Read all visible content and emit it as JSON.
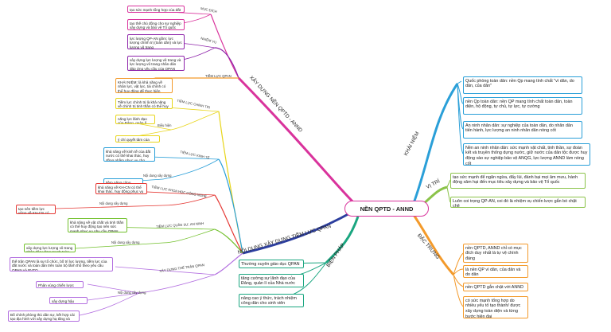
{
  "center": "NỀN QPTD - ANND",
  "branches": {
    "khai_niem": {
      "label": "KHÁI NIỆM",
      "items": [
        "Quốc phòng toàn dân: nền Qp mang tính chất \"vì dân, do dân, của dân\"",
        "nền Qp toàn dân: nền QP mang tính chất toàn dân, toàn diện, hộ động, tự chủ, tự lực, tự cường",
        "An ninh nhân dân: sự nghiệp của toàn dân, do nhân dân tiến hành, lực lượng an ninh nhân dân nòng cốt",
        "Nền an ninh nhân dân: sức mạnh vật chất, tinh thần, sự đoàn kết và truyền thống dựng nước, giữ nước của dân tộc được huy động vào sự nghiệp bảo vệ ANQG, lực lượng ANND làm nòng cốt"
      ]
    },
    "vi_tri": {
      "label": "VỊ TRÍ",
      "items": [
        "tạo sức mạnh để ngăn ngừa, đẩy lùi, đánh bại mọi âm mưu, hành động xâm hại đến mục tiêu xây dựng và bảo vệ Tổ quốc",
        "Luôn coi trọng QP-AN, coi đó là nhiệm vụ chiến lược gắn bó chặt chẽ"
      ]
    },
    "dac_trung": {
      "label": "ĐẶC TRƯNG",
      "items": [
        "nền QPTD, ANND chỉ có mục đích duy nhất là tự vệ chính đáng",
        "là nền QP vì dân, của dân và do dân",
        "nền QPTD gắn chặt với ANND",
        "có sức mạnh tổng hợp do nhiều yếu tố tạo thành/ được xây dựng toàn diện và từng bước hiện đại"
      ]
    },
    "bien_phap": {
      "label": "BIỆN PHÁP",
      "items": [
        "Thường xuyên giáo dục QPAN",
        "tăng cường sự lãnh đạo của Đảng, quản lí của Nhà nước",
        "nâng cao ý thức, trách nhiệm công dân cho sinh viên"
      ]
    },
    "xay_dung": {
      "label": "XÂY DỰNG NỀN QPTD - ANND",
      "muc_dich": {
        "label": "MỤC ĐÍCH",
        "items": [
          "tạo sức mạnh tổng hợp của đất nước",
          "tạo thế chủ động cho sự nghiệp xây dựng và bảo vệ Tổ quốc"
        ]
      },
      "nhiem_vu": {
        "label": "NHIỆM VỤ",
        "items": [
          "lực lượng QP-AN gồm: lực lượng chính trị (toàn dân) và lực lượng vũ trang",
          "xây dựng lực lượng vũ trang và lực lượng vũ trang nhân dân đáp ứng yêu cầu của QPAN"
        ]
      },
      "tiem_luc": {
        "label": "TIỀM LỰC QPAN",
        "items": [
          "KHÁI NIỆM: là khả năng về nhân lực, vật lực, tài chính có thể huy động để thực hiện nhiệm vụ QPAN"
        ]
      }
    },
    "noi_dung": {
      "label": "NỘI DUNG XÂY DỰNG TIỀM LỰC QPAN",
      "chinh_tri": {
        "label": "TIỀM LỰC CHÍNH TRỊ",
        "items": [
          "Tiềm lực chính trị là khả năng về chính trị tinh thần có thể huy động tạo nên sức mạnh để thực hiện nhiệm vụ QPAN",
          "năng lực lãnh đạo của Đảng, quản lí Nhà nước của nhân dân",
          "ý chí quyết tâm của nhân dân và LLVTND"
        ],
        "bieu_hien": "Biểu hiện"
      },
      "kinh_te": {
        "label": "TIỀM LỰC KINH TẾ",
        "items": [
          "khả năng về kinh tế của đất nước có thể khai thác, huy động nhằm phục vụ cho QPAN",
          "tiềm năng công nghiệp, lao động, vật tư, dịch vụ, cơ sở hạ tầng, nhu cầu đời sống"
        ],
        "noi_dung": "Nội dung xây dựng"
      },
      "khoa_hoc": {
        "label": "TIỀM LỰC KHOA HỌC CÔNG NGHỆ",
        "items": [
          "khả năng về KH-CN có thể khai thác, huy động phục vụ QP-AN",
          "tạo nên tiềm lực vững về KH-CN có thể khai thác huy động"
        ],
        "noi_dung": "Nội dung xây dựng"
      },
      "quan_su": {
        "label": "TIỀM LỰC QUÂN SỰ, AN NINH",
        "items": [
          "khả năng về vật chất và tinh thần có thể huy động tạo nên sức mạnh phục vụ nhu cầu QPAN",
          "xây dựng lực lượng vũ trang nhân dân vững mạnh toàn diện"
        ],
        "noi_dung": "Nội dung xây dựng"
      },
      "the_tran": {
        "label": "XÂY DỰNG THẾ TRẬN QPAN",
        "items": [
          "thế trận QPAN là sự tổ chức, bố trí lực lượng, tiềm lực của đất nước và toàn dân trên toàn bộ lãnh thổ theo yêu cầu QPAN và BVTQ",
          "Phân vùng chiến lược",
          "xây dựng hậu phương",
          "Bố chính phòng thủ dân sự, kết hợp cải tạo địa hình với xây dựng hạ tầng và công trình QPAN"
        ],
        "noi_dung": "Nội dung xây dựng"
      }
    }
  },
  "colors": {
    "khai_niem": "#2a9fd8",
    "vi_tri": "#8bc34a",
    "dac_trung": "#f39a2b",
    "bien_phap": "#1aa680",
    "xay_dung": "#d9339c",
    "noi_dung": "#2c3e9e"
  }
}
